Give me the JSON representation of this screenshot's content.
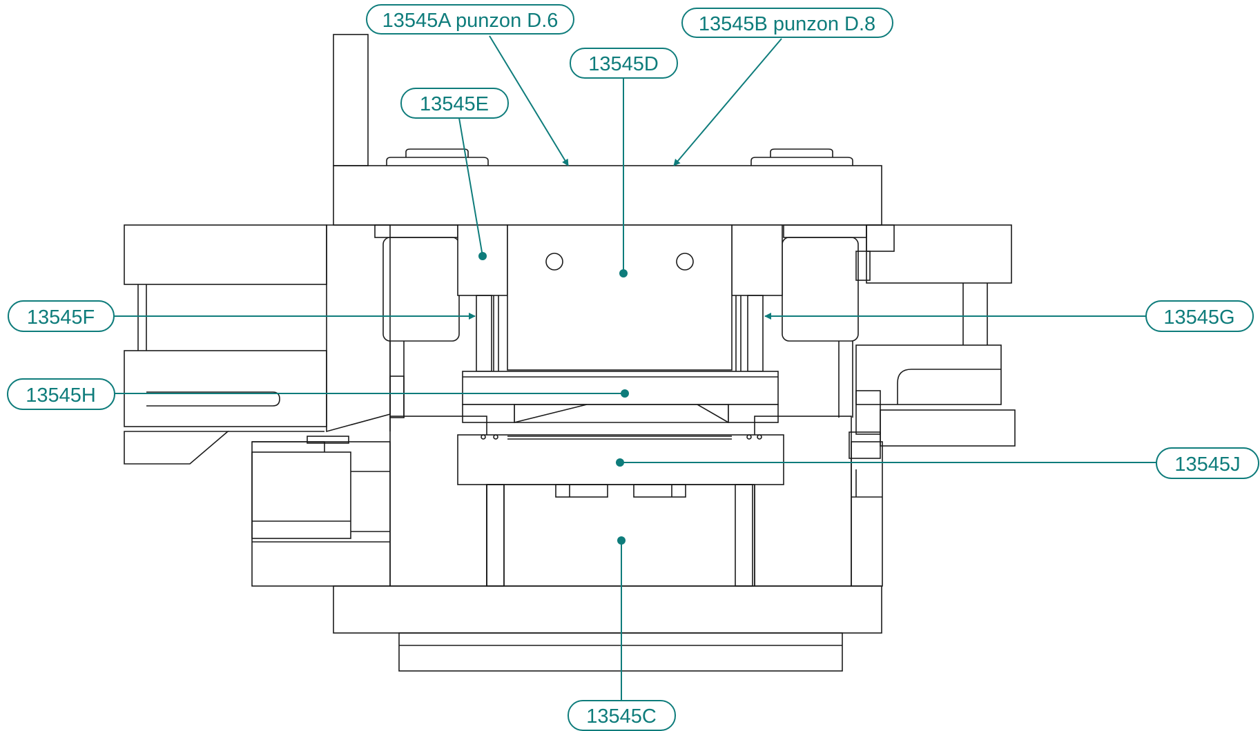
{
  "colors": {
    "accent": "#0e7c7b",
    "outline": "#1a1a1a",
    "background": "#ffffff"
  },
  "callouts": {
    "a": {
      "label": "13545A punzon D.6"
    },
    "b": {
      "label": "13545B punzon D.8"
    },
    "d": {
      "label": "13545D"
    },
    "e": {
      "label": "13545E"
    },
    "f": {
      "label": "13545F"
    },
    "g": {
      "label": "13545G"
    },
    "h": {
      "label": "13545H"
    },
    "j": {
      "label": "13545J"
    },
    "c": {
      "label": "13545C"
    }
  }
}
